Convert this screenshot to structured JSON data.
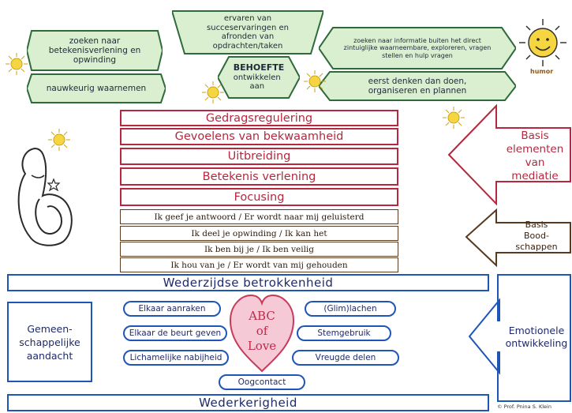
{
  "top_boxes": {
    "center_top": "ervaren van succeservaringen en afronden van opdrachten/taken",
    "left_top": "zoeken naar betekenisverlening en opwinding",
    "left_bottom": "nauwkeurig waarnemen",
    "center_title": "BEHOEFTE",
    "center_sub": "ontwikkelen aan",
    "right_top": "zoeken naar informatie buiten het direct zintuiglijke waarneembare, exploreren, vragen stellen en hulp vragen",
    "right_bottom": "eerst denken dan doen, organiseren en plannen",
    "humor_label": "humor"
  },
  "mediation_bars": [
    "Gedragsregulering",
    "Gevoelens van bekwaamheid",
    "Uitbreiding",
    "Betekenis verlening",
    "Focusing"
  ],
  "message_bars": [
    "Ik geef je antwoord / Er wordt naar mij geluisterd",
    "Ik deel je opwinding / Ik kan het",
    "Ik ben bij je / Ik ben veilig",
    "Ik hou van je / Er wordt van mij gehouden"
  ],
  "right_arrows": {
    "basis_elementen": [
      "Basis",
      "elementen",
      "van",
      "mediatie"
    ],
    "basis_boodschappen": [
      "Basis",
      "Bood-",
      "schappen"
    ],
    "emotionele": [
      "Emotionele",
      "ontwikkeling"
    ]
  },
  "wederzijdse": "Wederzijdse betrokkenheid",
  "gemeen": [
    "Gemeen-",
    "schappelijke",
    "aandacht"
  ],
  "ovals": {
    "elkaar_aanraken": "Elkaar aanraken",
    "beurt": "Elkaar de beurt geven",
    "nabijheid": "Lichamelijke nabijheid",
    "glimlachen": "(Glim)lachen",
    "stemgebruik": "Stemgebruik",
    "vreugde": "Vreugde delen",
    "oogcontact": "Oogcontact"
  },
  "heart": [
    "ABC",
    "of",
    "Love"
  ],
  "wederkerigheid": "Wederkerigheid",
  "credit": "© Prof. Pnina S. Klein",
  "colors": {
    "green_fill": "#d9efcf",
    "green_stroke": "#2f6a3c",
    "red": "#b5283e",
    "blue": "#1f55b6",
    "heart_fill": "#f6c9d6",
    "sun": "#f6d640"
  }
}
